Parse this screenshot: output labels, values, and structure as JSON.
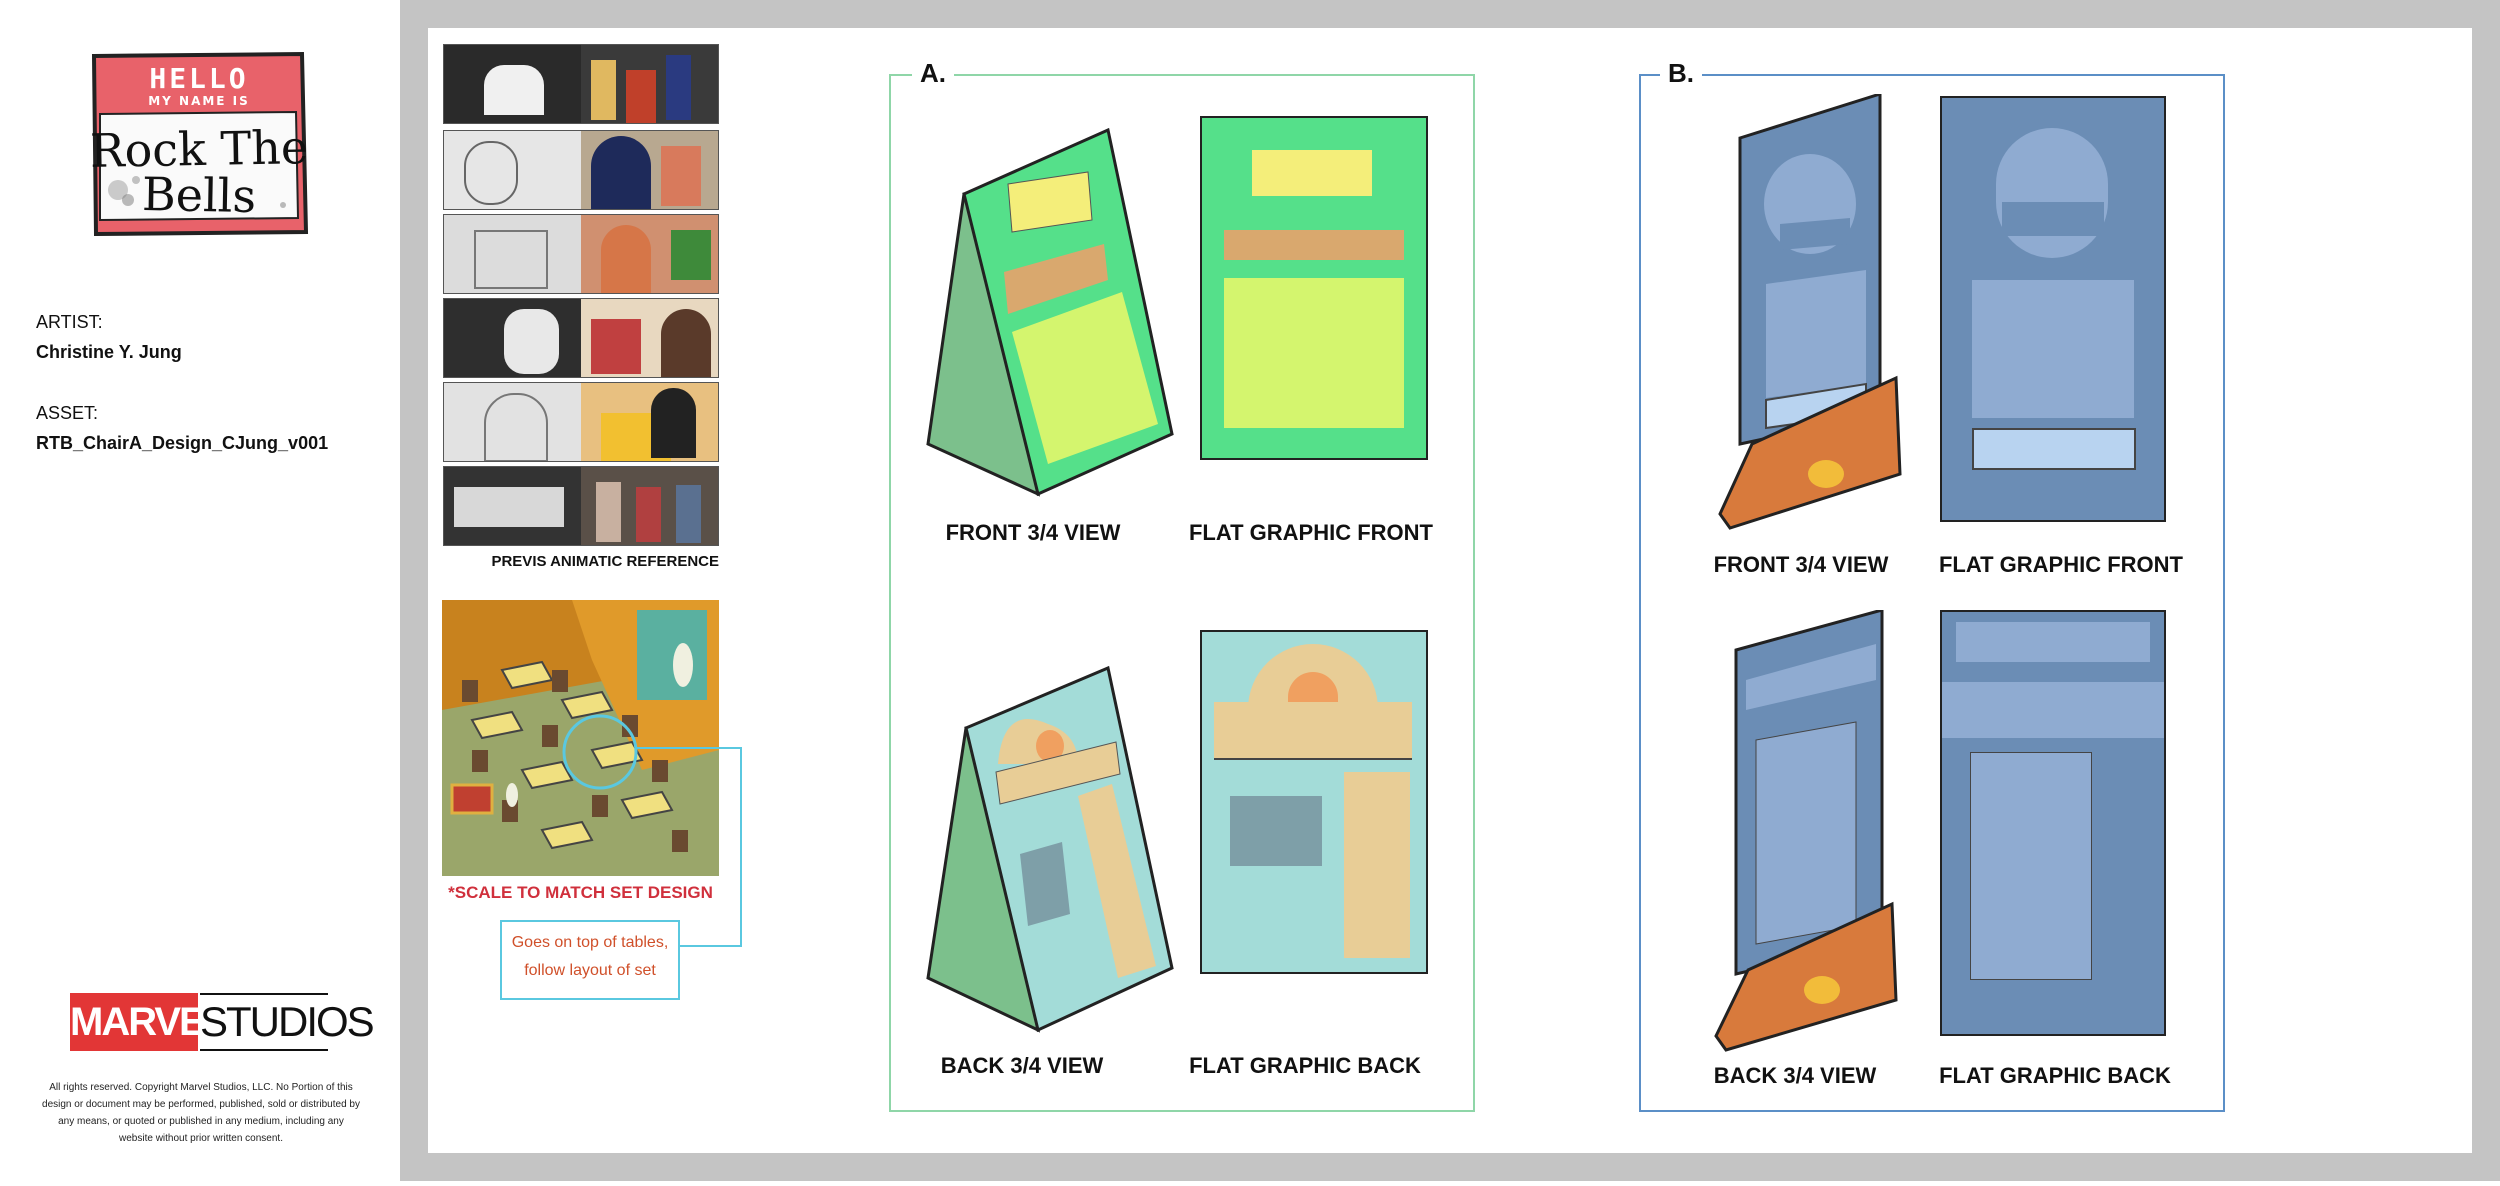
{
  "nametag": {
    "hello": "HELLO",
    "my_name_is": "MY NAME IS",
    "line1": "Rock The",
    "line2": "Bells"
  },
  "meta": {
    "artist_label": "ARTIST:",
    "artist_value": "Christine Y. Jung",
    "asset_label": "ASSET:",
    "asset_value": "RTB_ChairA_Design_CJung_v001"
  },
  "brand": {
    "marvel": "MARVEL",
    "studios": "STUDIOS",
    "copyright": "All rights reserved. Copyright Marvel Studios, LLC. No Portion of this design or document may be performed, published, sold or distributed by any means, or quoted or published in any medium, including any website without prior written consent."
  },
  "reference": {
    "previs_caption": "PREVIS ANIMATIC REFERENCE",
    "scale_note": "*SCALE TO MATCH SET DESIGN",
    "callout_line1": "Goes on top of tables,",
    "callout_line2": "follow layout of set"
  },
  "section_a": {
    "letter": "A.",
    "front_34": "FRONT 3/4 VIEW",
    "flat_front": "FLAT GRAPHIC FRONT",
    "back_34": "BACK 3/4 VIEW",
    "flat_back": "FLAT GRAPHIC BACK"
  },
  "section_b": {
    "letter": "B.",
    "front_34": "FRONT 3/4 VIEW",
    "flat_front": "FLAT GRAPHIC FRONT",
    "back_34": "BACK 3/4 VIEW",
    "flat_back": "FLAT GRAPHIC BACK"
  },
  "colors": {
    "nametag_red": "#e8626a",
    "marvel_red": "#e23636",
    "a_frame": "#8fd6a8",
    "b_frame": "#5b8fc7",
    "a_green": "#55e08a",
    "a_side": "#7cc08c",
    "a_yellow": "#f4ee7a",
    "a_tan": "#d9a86e",
    "a_lime": "#d4f56e",
    "a_cyan": "#a3dcd8",
    "a_cream": "#e8cd96",
    "a_teal_gray": "#7e9fa8",
    "a_orange": "#f0a060",
    "b_blue": "#6b8db5",
    "b_light_blue": "#8fabd1",
    "b_pale_blue": "#b8d3f0",
    "b_orange": "#d87a3c",
    "b_yellow": "#f2bc3a",
    "callout_cyan": "#5ac8e0",
    "note_red": "#d0303c"
  }
}
